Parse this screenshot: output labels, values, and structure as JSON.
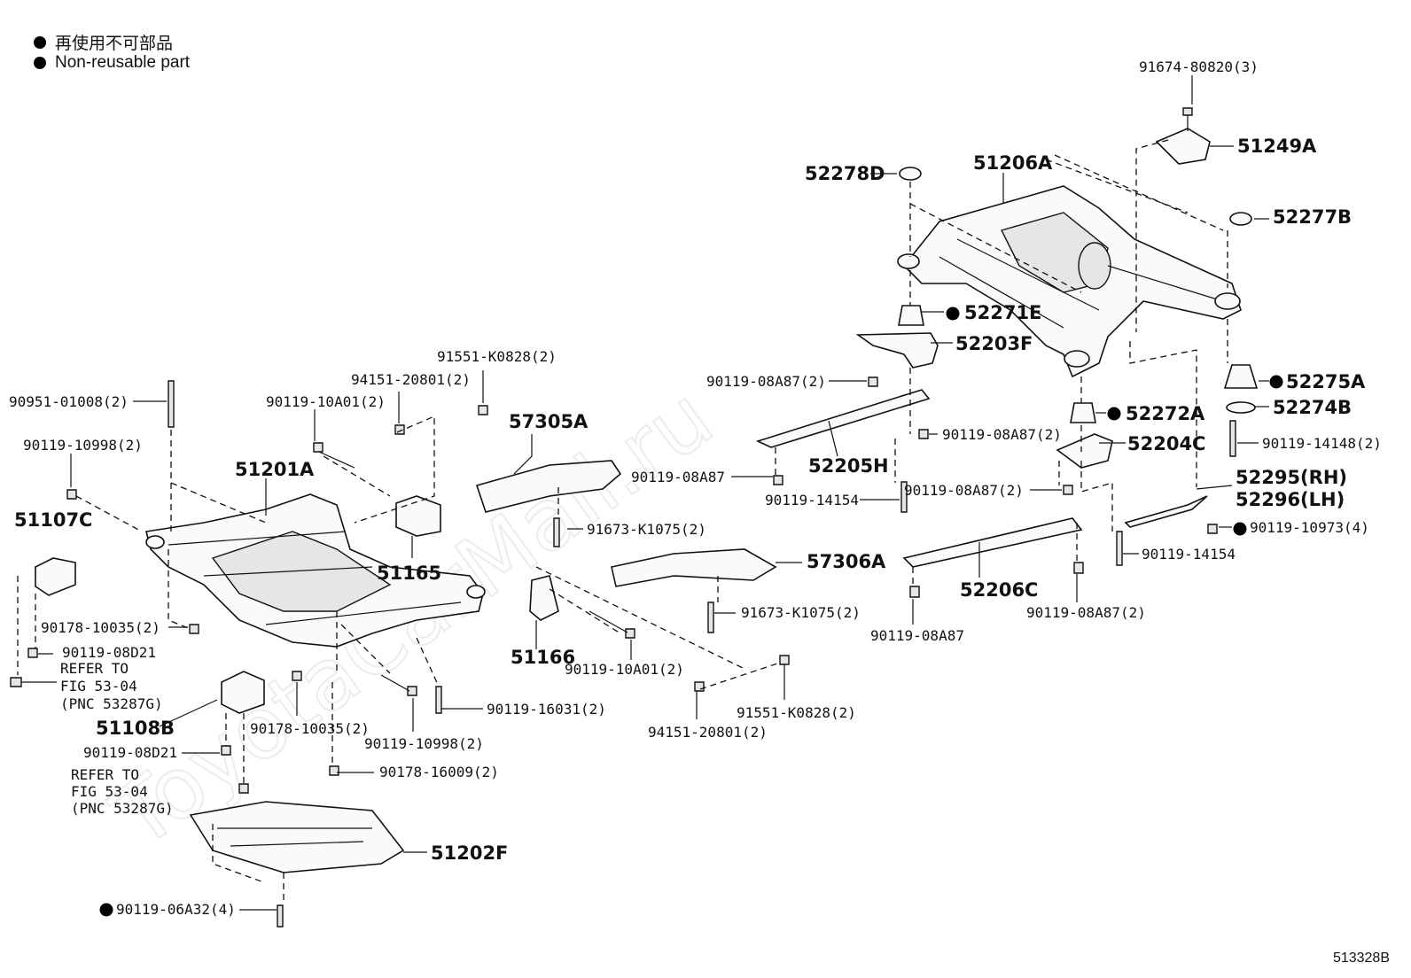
{
  "legend": [
    {
      "text": "再使用不可部品"
    },
    {
      "text": "Non-reusable part"
    }
  ],
  "watermark": "ToyotaCarMall.ru",
  "figure_id": "513328B",
  "callouts": {
    "c1": "91674-80820(3)",
    "c2": "51249A",
    "c3": "52278D",
    "c4": "51206A",
    "c5": "52277B",
    "c6": "52271E",
    "c7": "52203F",
    "c8": "52275A",
    "c9": "52274B",
    "c10": "52272A",
    "c11": "90119-08A87(2)",
    "c12": "90119-08A87(2)",
    "c13": "52204C",
    "c14": "90119-14148(2)",
    "c15": "52205H",
    "c16": "90119-08A87",
    "c17": "90119-08A87(2)",
    "c18": "52295(RH)",
    "c19": "52296(LH)",
    "c20": "90119-14154",
    "c21": "90119-10973(4)",
    "c22": "90119-14154",
    "c23": "52206C",
    "c24": "90119-08A87",
    "c25": "90119-08A87(2)",
    "c26": "91551-K0828(2)",
    "c27": "94151-20801(2)",
    "c28": "90119-10A01(2)",
    "c29": "90951-01008(2)",
    "c30": "90119-10998(2)",
    "c31": "57305A",
    "c32": "51201A",
    "c33": "51107C",
    "c34": "51165",
    "c35": "91673-K1075(2)",
    "c36": "57306A",
    "c37": "91673-K1075(2)",
    "c38": "90178-10035(2)",
    "c39": "90119-08D21",
    "c40": "REFER TO",
    "c41": "FIG 53-04",
    "c42": "(PNC 53287G)",
    "c43": "51166",
    "c44": "90119-10A01(2)",
    "c45": "90119-16031(2)",
    "c46": "91551-K0828(2)",
    "c47": "94151-20801(2)",
    "c48": "51108B",
    "c49": "90178-10035(2)",
    "c50": "90119-10998(2)",
    "c51": "90119-08D21",
    "c52": "90178-16009(2)",
    "c53": "REFER TO",
    "c54": "FIG 53-04",
    "c55": "(PNC 53287G)",
    "c56": "51202F",
    "c57": "90119-06A32(4)"
  }
}
